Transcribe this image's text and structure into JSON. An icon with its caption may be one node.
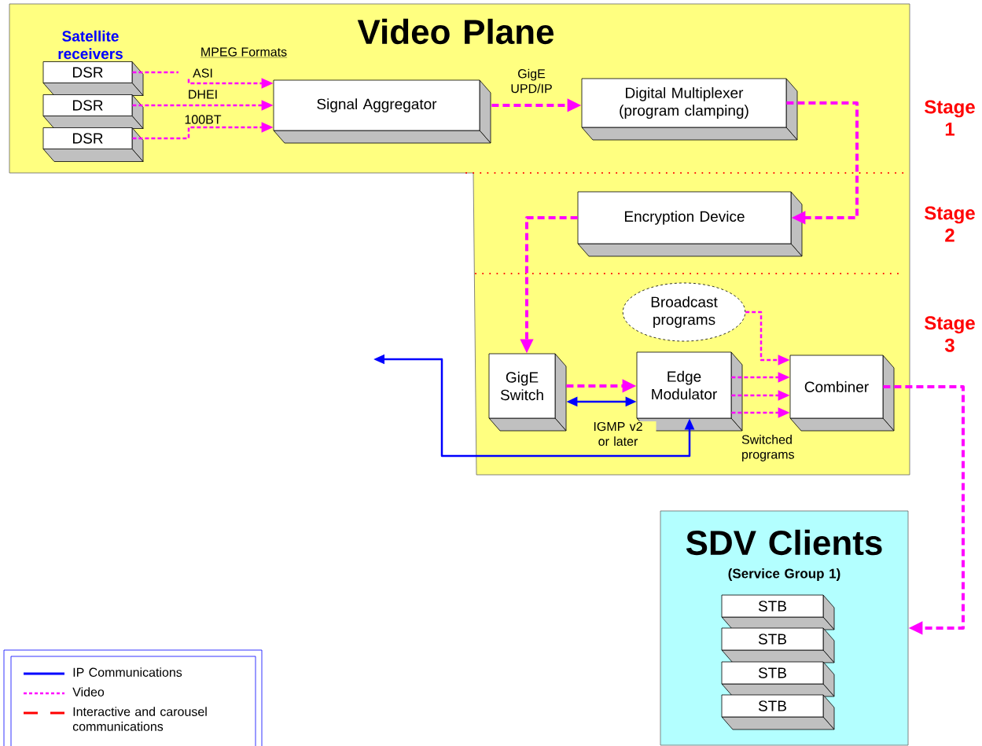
{
  "diagram": {
    "nodes": [
      {
        "text": [
          "Video Plane"
        ]
      },
      {
        "text": [
          "DSR"
        ],
        "in": 0
      },
      {
        "text": [
          "DSR"
        ],
        "in": 0
      },
      {
        "text": [
          "DSR"
        ],
        "in": 0
      },
      {
        "text": [
          "Signal Aggregator"
        ],
        "in": 0
      },
      {
        "text": [
          "Digital Multiplexer (program clamping)"
        ],
        "in": 0
      },
      {
        "text": [
          "Encryption Device"
        ],
        "in": 0
      },
      {
        "text": [
          "Broadcast programs"
        ],
        "in": 0
      },
      {
        "text": [
          "GigE Switch"
        ],
        "in": 0
      },
      {
        "text": [
          "Edge Modulator"
        ],
        "in": 0
      },
      {
        "text": [
          "Combiner"
        ],
        "in": 0
      },
      {
        "text": [
          "SDV Clients",
          "(Service Group 1)"
        ]
      },
      {
        "text": [
          "STB"
        ],
        "in": 11
      },
      {
        "text": [
          "STB"
        ],
        "in": 11
      },
      {
        "text": [
          "STB"
        ],
        "in": 11
      },
      {
        "text": [
          "STB"
        ],
        "in": 11
      }
    ],
    "edges": [
      {
        "from": 1,
        "to": 4,
        "arrow": "to",
        "label": "ASI",
        "style": "dashed"
      },
      {
        "from": 2,
        "to": 4,
        "arrow": "to",
        "label": "DHEI",
        "style": "dashed"
      },
      {
        "from": 3,
        "to": 4,
        "arrow": "to",
        "label": "100BT",
        "style": "dashed"
      },
      {
        "from": 4,
        "to": 5,
        "arrow": "to",
        "label": "GigE UPD/IP",
        "style": "dashed"
      },
      {
        "from": 5,
        "to": 6,
        "arrow": "to",
        "style": "dashed"
      },
      {
        "from": 6,
        "to": 8,
        "arrow": "to",
        "style": "dashed"
      },
      {
        "from": 8,
        "to": 9,
        "arrow": "to",
        "style": "dashed"
      },
      {
        "from": 8,
        "to": 9,
        "arrow": "both",
        "label": "IGMP v2 or later",
        "color": "#0000ff"
      },
      {
        "from": 7,
        "to": 10,
        "arrow": "to",
        "style": "dashed"
      },
      {
        "from": 9,
        "to": 10,
        "arrow": "to",
        "style": "dashed"
      },
      {
        "from": 9,
        "to": 10,
        "arrow": "to",
        "style": "dashed"
      },
      {
        "from": 9,
        "to": 10,
        "arrow": "to",
        "style": "dashed"
      },
      {
        "from": 10,
        "to": 11,
        "arrow": "to",
        "style": "dashed"
      },
      {
        "from": 9,
        "to": null,
        "arrow": "both",
        "color": "#0000ff"
      }
    ],
    "labels": [
      "Satellite receivers",
      "MPEG Formats",
      "Stage 1",
      "Stage 2",
      "Stage 3",
      "Switched programs"
    ],
    "legend": [
      {
        "text": "IP Communications"
      },
      {
        "text": "Video"
      },
      {
        "text": "Interactive and carousel communications"
      }
    ]
  }
}
